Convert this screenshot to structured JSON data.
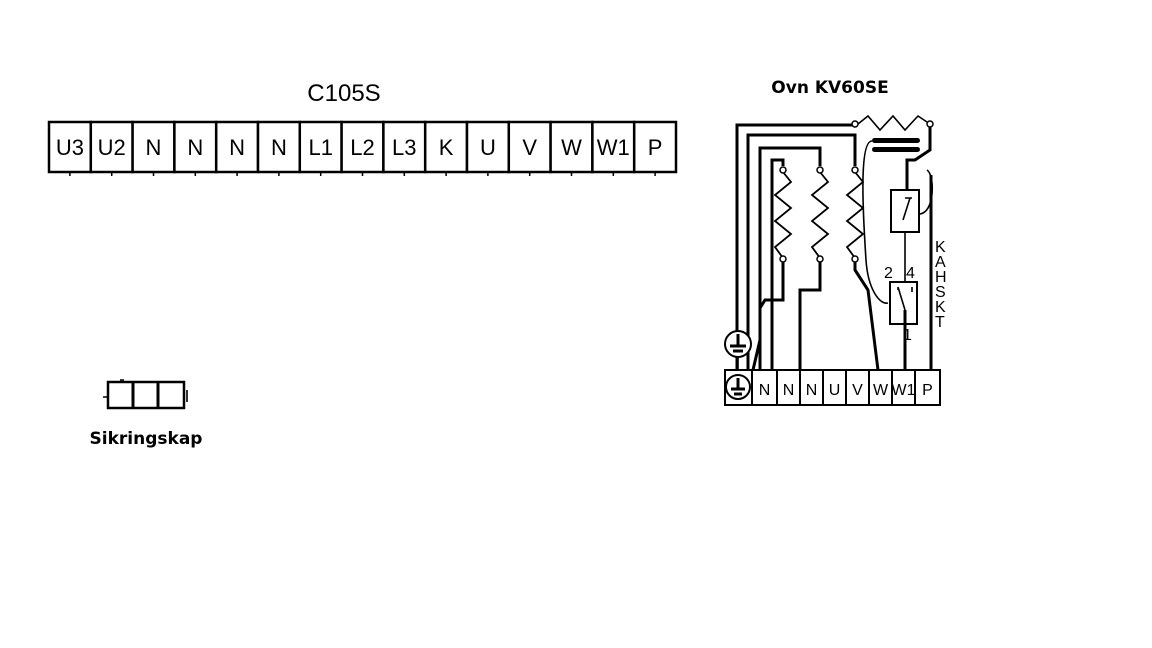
{
  "c105s": {
    "title": "C105S",
    "terminals": [
      "U3",
      "U2",
      "N",
      "N",
      "N",
      "N",
      "L1",
      "L2",
      "L3",
      "K",
      "U",
      "V",
      "W",
      "W1",
      "P"
    ]
  },
  "oven": {
    "title": "Ovn KV60SE",
    "terminals": [
      "N",
      "N",
      "N",
      "U",
      "V",
      "W",
      "W1",
      "P"
    ],
    "thermostat_pins": [
      "2",
      "4",
      "1"
    ],
    "side_text": [
      "K",
      "A",
      "H",
      "S",
      "K",
      "T"
    ]
  },
  "fuse_box": {
    "title": "Sikringskap"
  }
}
